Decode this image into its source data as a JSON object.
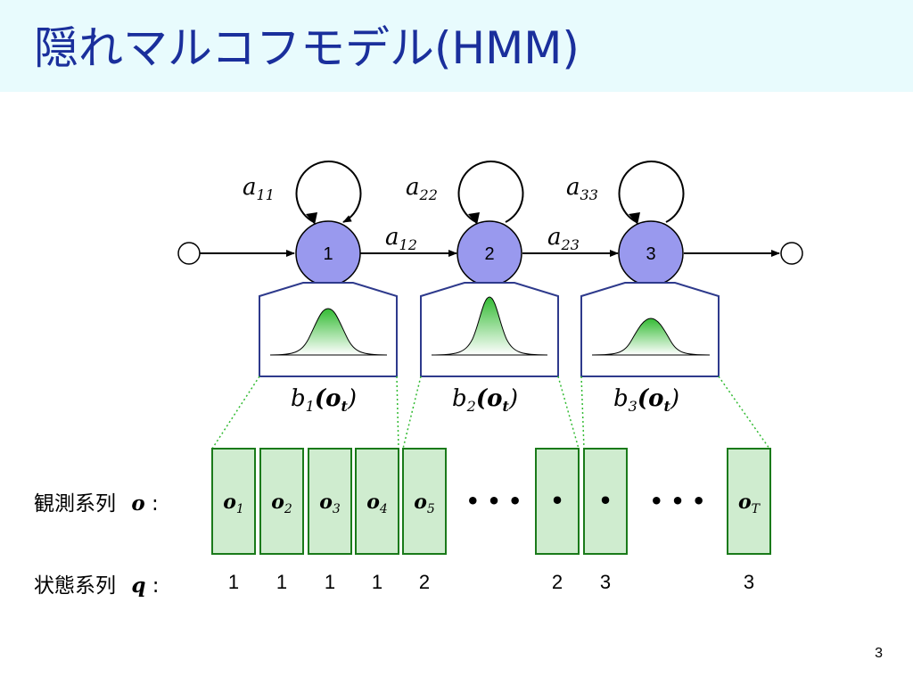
{
  "title": "隠れマルコフモデル(HMM)",
  "states": [
    {
      "label": "1",
      "self_transition": "a",
      "self_sub": "11",
      "emission": "b",
      "emission_sub": "1"
    },
    {
      "label": "2",
      "self_transition": "a",
      "self_sub": "22",
      "emission": "b",
      "emission_sub": "2"
    },
    {
      "label": "3",
      "self_transition": "a",
      "self_sub": "33",
      "emission": "b",
      "emission_sub": "3"
    }
  ],
  "transitions": [
    {
      "label": "a",
      "sub": "12"
    },
    {
      "label": "a",
      "sub": "23"
    }
  ],
  "emission_arg": "(o",
  "emission_arg_sub": "t",
  "emission_arg_close": ")",
  "observation_row": {
    "label": "観測系列",
    "symbol": "o",
    "colon": ":",
    "cells": [
      {
        "text": "o",
        "sub": "1"
      },
      {
        "text": "o",
        "sub": "2"
      },
      {
        "text": "o",
        "sub": "3"
      },
      {
        "text": "o",
        "sub": "4"
      },
      {
        "text": "o",
        "sub": "5"
      },
      {
        "text": "•",
        "sub": ""
      },
      {
        "text": "•",
        "sub": ""
      },
      {
        "text": "o",
        "sub": "T"
      }
    ],
    "dots": "• • •"
  },
  "state_row": {
    "label": "状態系列",
    "symbol": "q",
    "colon": ":",
    "values": [
      "1",
      "1",
      "1",
      "1",
      "2",
      "2",
      "3",
      "3"
    ]
  },
  "page_number": "3",
  "colors": {
    "title": "#1a2f9c",
    "title_bg": "#e8fbfd",
    "state_fill": "#9999ee",
    "box_border": "#2e3a8c",
    "obs_fill": "#cfeccf",
    "obs_border": "#1a7a1a",
    "gaussian": "#33bb33"
  }
}
